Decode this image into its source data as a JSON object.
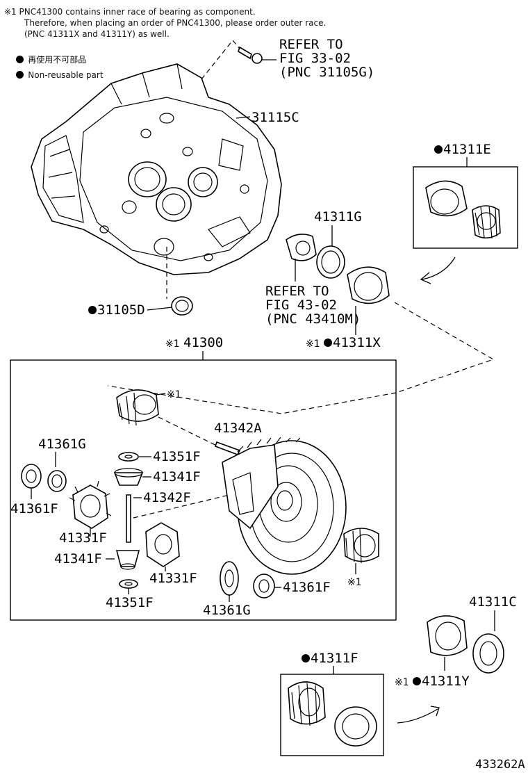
{
  "notes": {
    "note1_line1": "※1 PNC41300 contains inner race of bearing as component.",
    "note1_line2": "Therefore, when placing an order of PNC41300, please order outer race.",
    "note1_line3": "(PNC 41311X and 41311Y) as well.",
    "legend_jp": "再使用不可部品",
    "legend_en": "Non-reusable part"
  },
  "refer_top": {
    "line1": "REFER TO",
    "line2": "FIG 33-02",
    "line3": "(PNC 31105G)"
  },
  "refer_mid": {
    "line1": "REFER TO",
    "line2": "FIG 43-02",
    "line3": "(PNC 43410M)"
  },
  "labels": {
    "p31115C": "31115C",
    "p41311E": "41311E",
    "p41311G": "41311G",
    "p31105D": "31105D",
    "p41311X": "41311X",
    "p41300": "41300",
    "p41342A": "41342A",
    "p41361G_a": "41361G",
    "p41351F_a": "41351F",
    "p41341F_a": "41341F",
    "p41342F": "41342F",
    "p41361F_a": "41361F",
    "p41331F_a": "41331F",
    "p41341F_b": "41341F",
    "p41331F_b": "41331F",
    "p41351F_b": "41351F",
    "p41361G_b": "41361G",
    "p41361F_b": "41361F",
    "p41311C": "41311C",
    "p41311F": "41311F",
    "p41311Y": "41311Y"
  },
  "marks": {
    "ref1": "※1",
    "ref1_b": "※1",
    "ref1_c": "※1",
    "ref1_d": "※1",
    "ref1_e": "※1"
  },
  "footer": {
    "drawing_no": "433262A"
  }
}
